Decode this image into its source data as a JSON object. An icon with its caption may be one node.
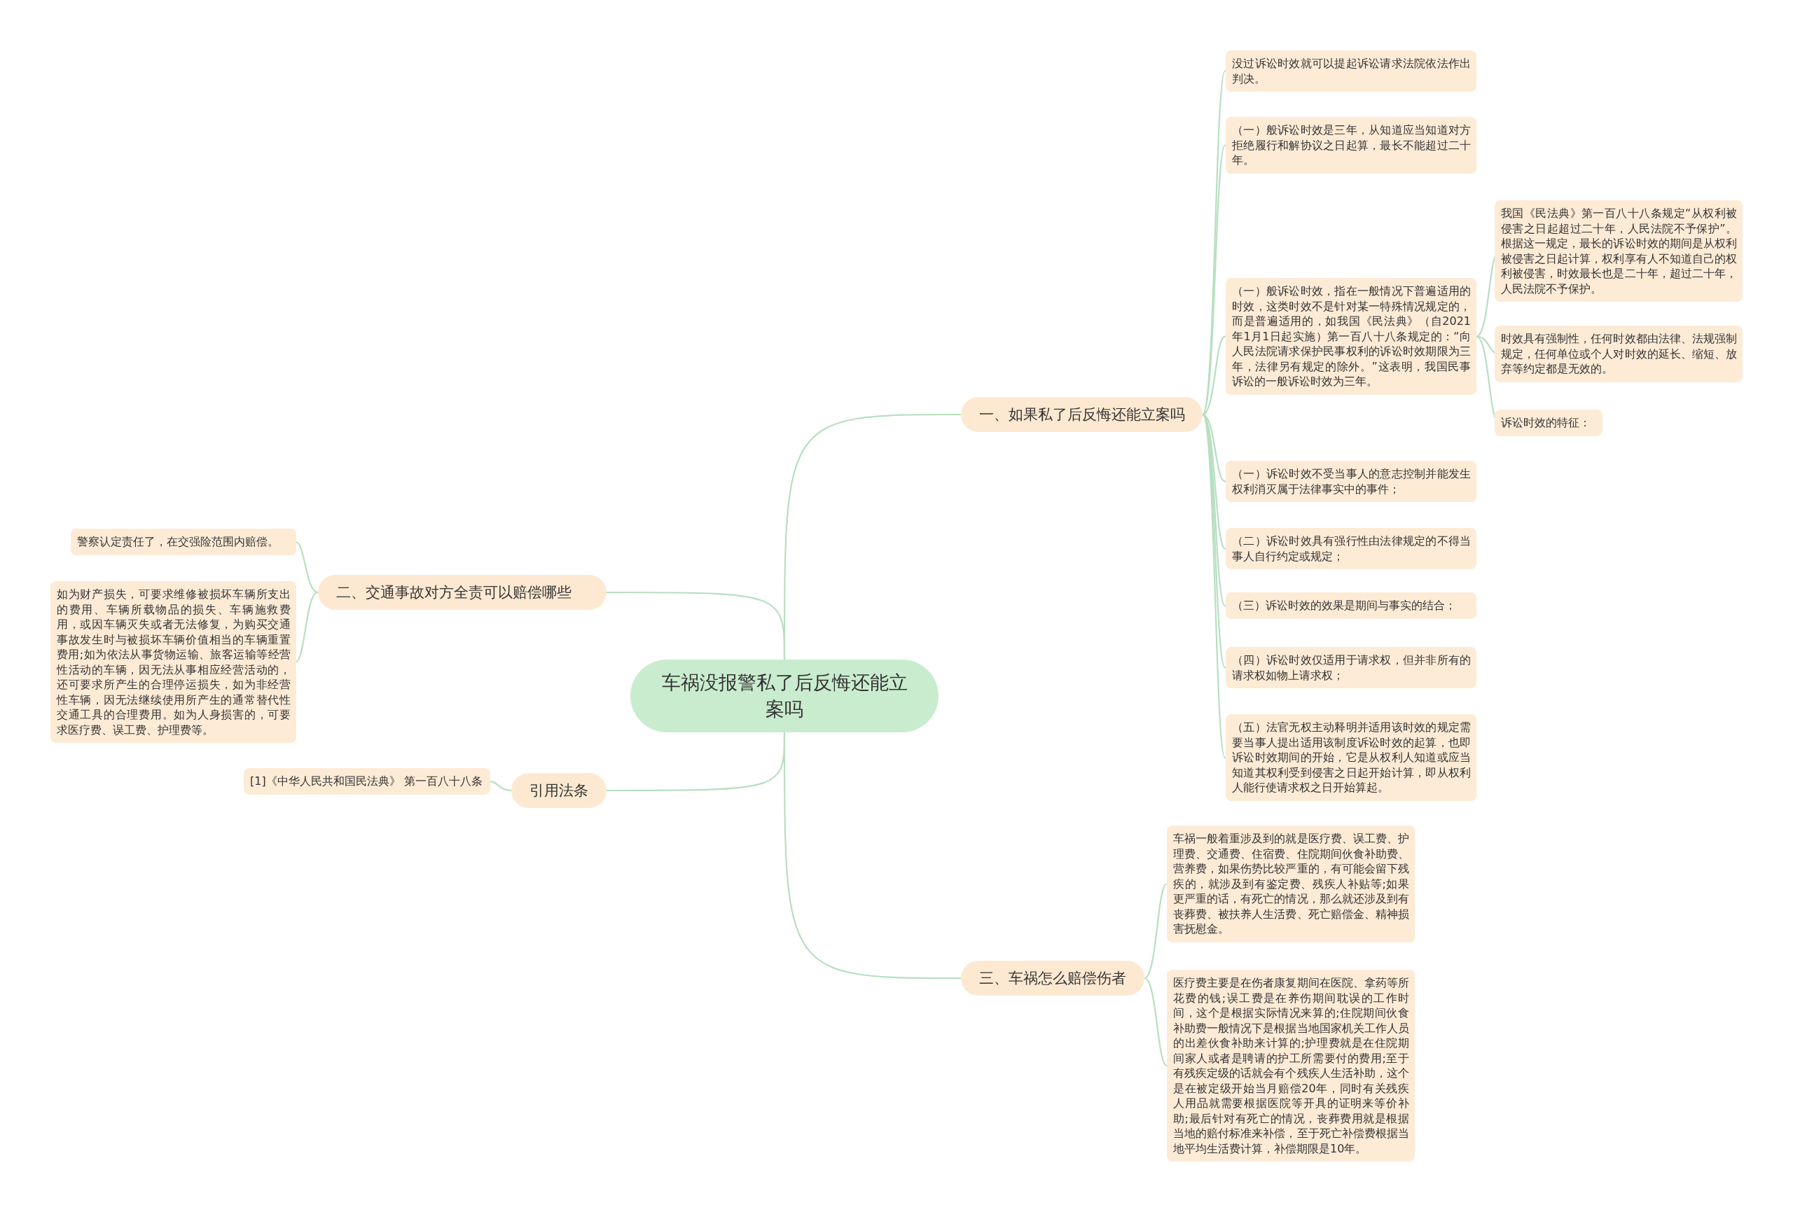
{
  "diagram": {
    "nodes": [
      {
        "text": [
          "车祸没报警私了后反悔还能立案吗"
        ]
      },
      {
        "text": [
          "一、如果私了后反悔还能立案吗"
        ]
      },
      {
        "text": [
          "没过诉讼时效就可以提起诉讼请求法院依法作出判决。"
        ]
      },
      {
        "text": [
          "（一）般诉讼时效是三年，从知道应当知道对方拒绝履行和解协议之日起算，最长不能超过二十年。"
        ]
      },
      {
        "text": [
          "（一）般诉讼时效，指在一般情况下普遍适用的时效，这类时效不是针对某一特殊情况规定的，而是普遍适用的，如我国《民法典》（自2021年1月1日起实施）第一百八十八条规定的：“向人民法院请求保护民事权利的诉讼时效期限为三年，法律另有规定的除外。”这表明，我国民事诉讼的一般诉讼时效为三年。"
        ]
      },
      {
        "text": [
          "我国《民法典》第一百八十八条规定“从权利被侵害之日起超过二十年，人民法院不予保护”。根据这一规定，最长的诉讼时效的期间是从权利被侵害之日起计算，权利享有人不知道自己的权利被侵害，时效最长也是二十年，超过二十年，人民法院不予保护。"
        ]
      },
      {
        "text": [
          "时效具有强制性，任何时效都由法律、法规强制规定，任何单位或个人对时效的延长、缩短、放弃等约定都是无效的。"
        ]
      },
      {
        "text": [
          "诉讼时效的特征："
        ]
      },
      {
        "text": [
          "（一）诉讼时效不受当事人的意志控制并能发生权利消灭属于法律事实中的事件；"
        ]
      },
      {
        "text": [
          "（二）诉讼时效具有强行性由法律规定的不得当事人自行约定或规定；"
        ]
      },
      {
        "text": [
          "（三）诉讼时效的效果是期间与事实的结合；"
        ]
      },
      {
        "text": [
          "（四）诉讼时效仅适用于请求权，但并非所有的请求权如物上请求权；"
        ]
      },
      {
        "text": [
          "（五）法官无权主动释明并适用该时效的规定需要当事人提出适用该制度诉讼时效的起算，也即诉讼时效期间的开始，它是从权利人知道或应当知道其权利受到侵害之日起开始计算，即从权利人能行使请求权之日开始算起。"
        ]
      },
      {
        "text": [
          "三、车祸怎么赔偿伤者"
        ]
      },
      {
        "text": [
          "车祸一般着重涉及到的就是医疗费、误工费、护理费、交通费、住宿费、住院期间伙食补助费、营养费，如果伤势比较严重的，有可能会留下残疾的，就涉及到有鉴定费、残疾人补贴等;如果更严重的话，有死亡的情况，那么就还涉及到有丧葬费、被扶养人生活费、死亡赔偿金、精神损害抚慰金。"
        ]
      },
      {
        "text": [
          "医疗费主要是在伤者康复期间在医院、拿药等所花费的钱;误工费是在养伤期间耽误的工作时间，这个是根据实际情况来算的;住院期间伙食补助费一般情况下是根据当地国家机关工作人员的出差伙食补助来计算的;护理费就是在住院期间家人或者是聘请的护工所需要付的费用;至于有残疾定级的话就会有个残疾人生活补助，这个是在被定级开始当月赔偿20年，同时有关残疾人用品就需要根据医院等开具的证明来等价补助;最后针对有死亡的情况，丧葬费用就是根据当地的赔付标准来补偿，至于死亡补偿费根据当地平均生活费计算，补偿期限是10年。"
        ]
      },
      {
        "text": [
          "二、交通事故对方全责可以赔偿哪些"
        ]
      },
      {
        "text": [
          "警察认定责任了，在交强险范围内赔偿。"
        ]
      },
      {
        "text": [
          "如为财产损失，可要求维修被损坏车辆所支出的费用、车辆所载物品的损失、车辆施救费用，或因车辆灭失或者无法修复，为购买交通事故发生时与被损坏车辆价值相当的车辆重置费用;如为依法从事货物运输、旅客运输等经营性活动的车辆，因无法从事相应经营活动的，还可要求所产生的合理停运损失，如为非经营性车辆，因无法继续使用所产生的通常替代性交通工具的合理费用。如为人身损害的，可要求医疗费、误工费、护理费等。"
        ]
      },
      {
        "text": [
          "引用法条"
        ]
      },
      {
        "text": [
          "[1]《中华人民共和国民法典》 第一百八十八条"
        ]
      }
    ],
    "edges": [
      {
        "from": 0,
        "to": 1,
        "arrow": "none"
      },
      {
        "from": 1,
        "to": 2,
        "arrow": "none"
      },
      {
        "from": 1,
        "to": 3,
        "arrow": "none"
      },
      {
        "from": 1,
        "to": 4,
        "arrow": "none"
      },
      {
        "from": 4,
        "to": 5,
        "arrow": "none"
      },
      {
        "from": 4,
        "to": 6,
        "arrow": "none"
      },
      {
        "from": 4,
        "to": 7,
        "arrow": "none"
      },
      {
        "from": 1,
        "to": 8,
        "arrow": "none"
      },
      {
        "from": 1,
        "to": 9,
        "arrow": "none"
      },
      {
        "from": 1,
        "to": 10,
        "arrow": "none"
      },
      {
        "from": 1,
        "to": 11,
        "arrow": "none"
      },
      {
        "from": 1,
        "to": 12,
        "arrow": "none"
      },
      {
        "from": 0,
        "to": 13,
        "arrow": "none"
      },
      {
        "from": 13,
        "to": 14,
        "arrow": "none"
      },
      {
        "from": 13,
        "to": 15,
        "arrow": "none"
      },
      {
        "from": 0,
        "to": 16,
        "arrow": "none"
      },
      {
        "from": 16,
        "to": 17,
        "arrow": "none"
      },
      {
        "from": 16,
        "to": 18,
        "arrow": "none"
      },
      {
        "from": 0,
        "to": 19,
        "arrow": "none"
      },
      {
        "from": 19,
        "to": 20,
        "arrow": "none"
      }
    ]
  }
}
